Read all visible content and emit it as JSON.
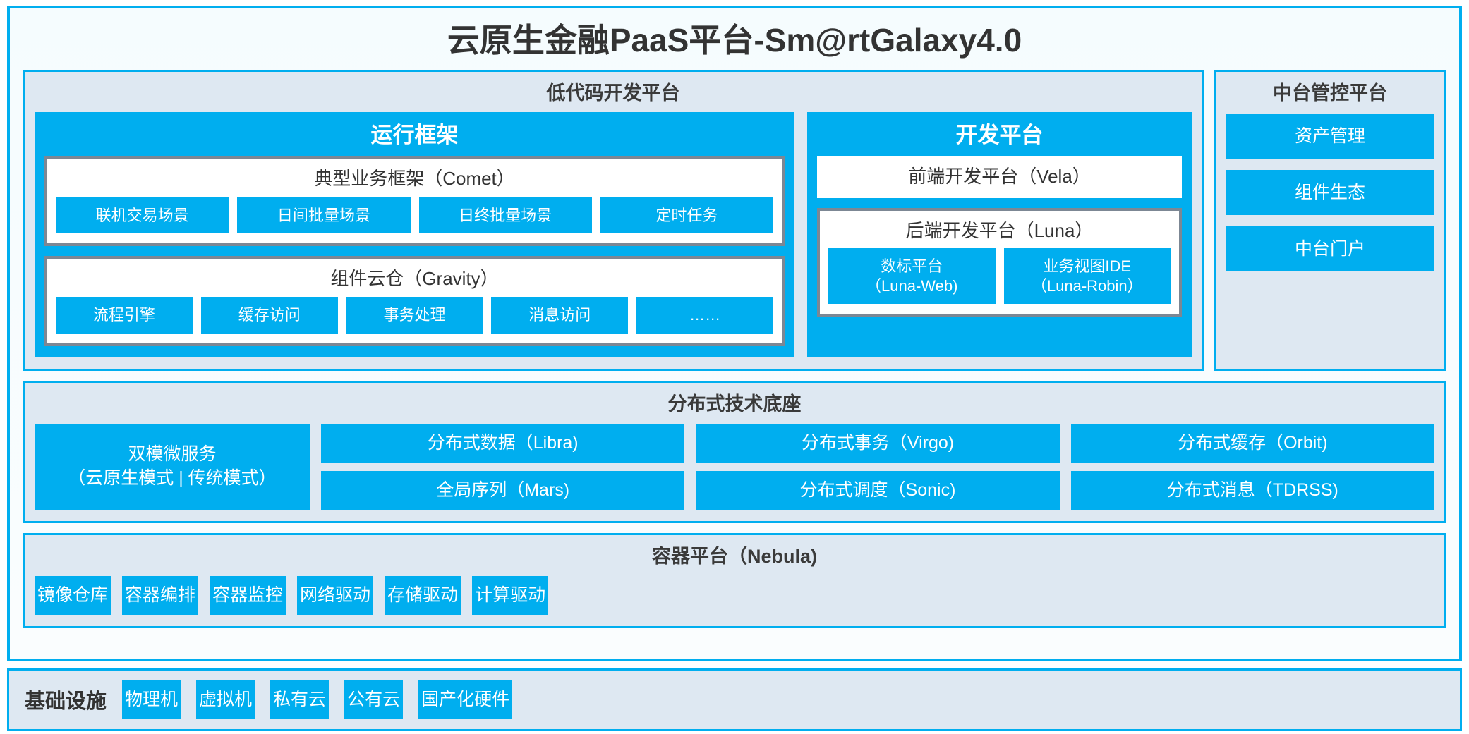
{
  "page": {
    "title": "云原生金融PaaS平台-Sm@rtGalaxy4.0",
    "accent_blue": "#00AEEF",
    "panel_bg": "#DEE8F2",
    "inner_border": "#7C8794"
  },
  "lowcode": {
    "title": "低代码开发平台",
    "runtime": {
      "title": "运行框架",
      "comet": {
        "title": "典型业务框架（Comet）",
        "items": [
          "联机交易场景",
          "日间批量场景",
          "日终批量场景",
          "定时任务"
        ]
      },
      "gravity": {
        "title": "组件云仓（Gravity）",
        "items": [
          "流程引擎",
          "缓存访问",
          "事务处理",
          "消息访问",
          "……"
        ]
      }
    },
    "devplat": {
      "title": "开发平台",
      "frontend": "前端开发平台（Vela）",
      "backend": {
        "title": "后端开发平台（Luna）",
        "items": [
          {
            "line1": "数标平台",
            "line2": "（Luna-Web)"
          },
          {
            "line1": "业务视图IDE",
            "line2": "（Luna-Robin）"
          }
        ]
      }
    }
  },
  "mgmt": {
    "title": "中台管控平台",
    "items": [
      "资产管理",
      "组件生态",
      "中台门户"
    ]
  },
  "distributed": {
    "title": "分布式技术底座",
    "wide": {
      "line1": "双模微服务",
      "line2": "（云原生模式 | 传统模式）"
    },
    "columns": [
      [
        "分布式数据（Libra)",
        "全局序列（Mars)"
      ],
      [
        "分布式事务（Virgo)",
        "分布式调度（Sonic)"
      ],
      [
        "分布式缓存（Orbit)",
        "分布式消息（TDRSS)"
      ]
    ]
  },
  "container": {
    "title": "容器平台（Nebula)",
    "items": [
      "镜像仓库",
      "容器编排",
      "容器监控",
      "网络驱动",
      "存储驱动",
      "计算驱动"
    ]
  },
  "infrastructure": {
    "label": "基础设施",
    "items": [
      "物理机",
      "虚拟机",
      "私有云",
      "公有云",
      "国产化硬件"
    ]
  }
}
